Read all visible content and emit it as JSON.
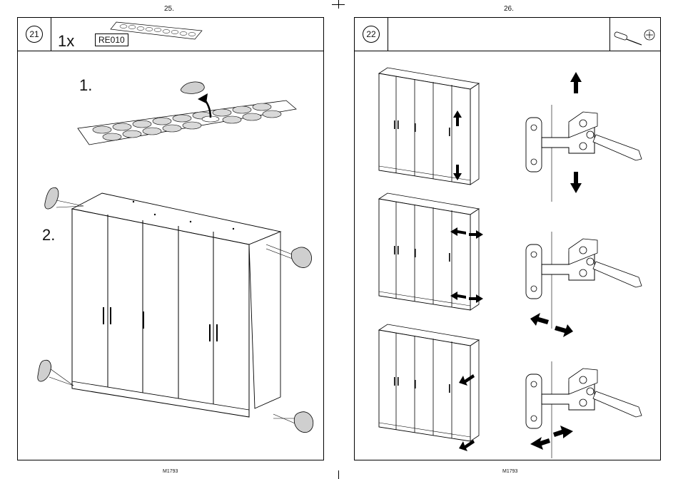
{
  "left_page": {
    "page_number": "25.",
    "footer": "M1793",
    "step": {
      "number": "21",
      "quantity": "1x",
      "part_code": "RE010",
      "substeps": [
        "1.",
        "2."
      ]
    }
  },
  "right_page": {
    "page_number": "26.",
    "footer": "M1793",
    "step": {
      "number": "22",
      "tool_icons": [
        "screwdriver-icon",
        "phillips-head-icon"
      ]
    }
  }
}
